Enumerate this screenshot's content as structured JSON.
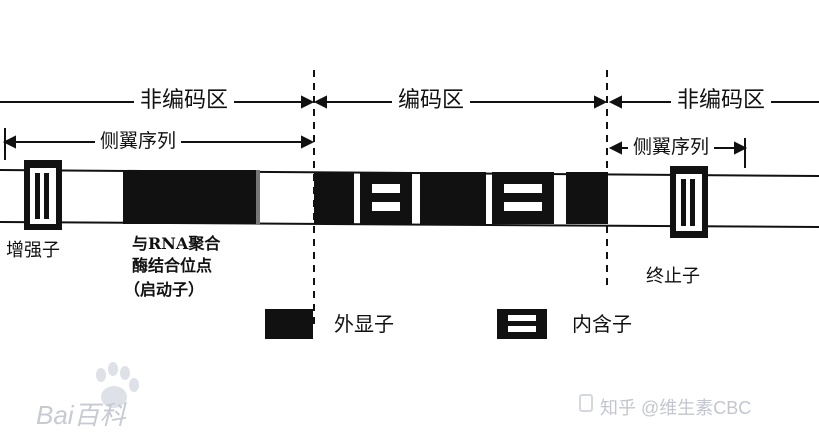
{
  "diagram": {
    "regions": {
      "left_noncoding": "非编码区",
      "coding": "编码区",
      "right_noncoding": "非编码区"
    },
    "flank_left": "侧翼序列",
    "flank_right": "侧翼序列",
    "enhancer": "增强子",
    "promoter_line1": "与RNA聚合",
    "promoter_line2": "酶结合位点",
    "promoter_line3": "（启动子）",
    "terminator": "终止子"
  },
  "legend": {
    "exon": "外显子",
    "intron": "内含子"
  },
  "watermarks": {
    "baidu": "Bai百科",
    "zhihu": "知乎 @维生素CBC"
  },
  "colors": {
    "ink": "#111111",
    "watermark": "#d9dbe4"
  }
}
